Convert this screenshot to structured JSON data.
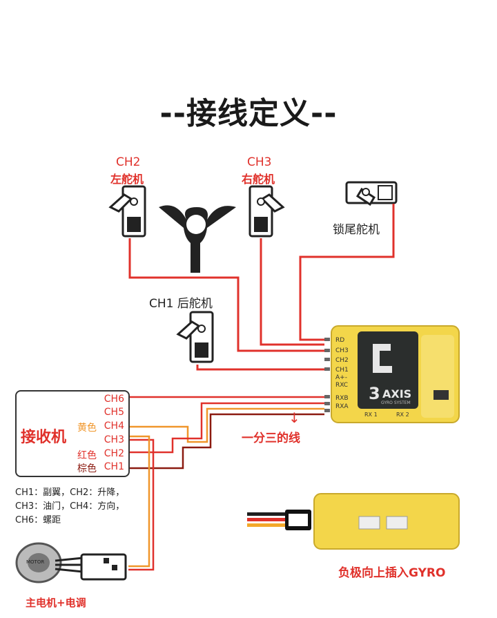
{
  "title": "--接线定义--",
  "servos": {
    "left": {
      "ch": "CH2",
      "name": "左舵机"
    },
    "right": {
      "ch": "CH3",
      "name": "右舵机"
    },
    "rear": {
      "label": "CH1 后舵机"
    },
    "tail": {
      "label": "锁尾舵机"
    }
  },
  "receiver": {
    "name": "接收机",
    "channels": [
      "CH6",
      "CH5",
      "CH4",
      "CH3",
      "CH2",
      "CH1"
    ],
    "color_labels": {
      "yellow": "黄色",
      "red": "红色",
      "brown": "棕色"
    }
  },
  "legend": {
    "line1": "CH1：副翼，CH2：升降，",
    "line2": "CH3：油门，CH4：方向，",
    "line3": "CH6：螺距"
  },
  "gyro": {
    "logo_digit": "3",
    "logo_word": "AXIS",
    "subtitle": "GYRO SYSTEM",
    "rx1": "RX 1",
    "rx2": "RX 2",
    "pins": [
      "RD",
      "CH3",
      "CH2",
      "CH1",
      "A+-",
      "RXC",
      "RXB",
      "RXA"
    ]
  },
  "split_label": "一分三的线",
  "arrow": "↓",
  "plug_note": "负极向上插入GYRO",
  "motor": {
    "label": "主电机+电调",
    "motor_text": "MOTOR"
  },
  "colors": {
    "red": "#e0312b",
    "orange": "#f0962a",
    "brown": "#8b1a10",
    "yellow": "#f3d64a",
    "dark": "#1f1f1f"
  }
}
